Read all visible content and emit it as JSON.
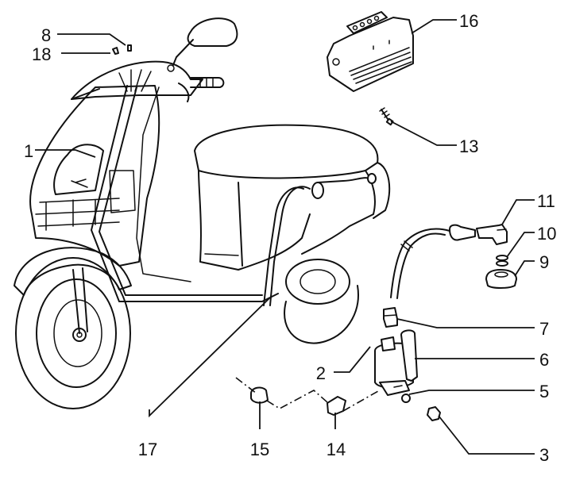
{
  "diagram": {
    "title": "",
    "subject": "Scooter electrical system exploded view",
    "callouts": [
      {
        "id": "callout-1",
        "label": "1"
      },
      {
        "id": "callout-2",
        "label": "2"
      },
      {
        "id": "callout-3",
        "label": "3"
      },
      {
        "id": "callout-5",
        "label": "5"
      },
      {
        "id": "callout-6",
        "label": "6"
      },
      {
        "id": "callout-7",
        "label": "7"
      },
      {
        "id": "callout-8",
        "label": "8"
      },
      {
        "id": "callout-9",
        "label": "9"
      },
      {
        "id": "callout-10",
        "label": "10"
      },
      {
        "id": "callout-11",
        "label": "11"
      },
      {
        "id": "callout-13",
        "label": "13"
      },
      {
        "id": "callout-14",
        "label": "14"
      },
      {
        "id": "callout-15",
        "label": "15"
      },
      {
        "id": "callout-16",
        "label": "16"
      },
      {
        "id": "callout-17",
        "label": "17"
      },
      {
        "id": "callout-18",
        "label": "18"
      }
    ],
    "parts": [
      {
        "name": "wiring-harness",
        "callout": "1"
      },
      {
        "name": "hv-cable",
        "callout": "2"
      },
      {
        "name": "nut",
        "callout": "3"
      },
      {
        "name": "washer",
        "callout": "5"
      },
      {
        "name": "ignition-coil",
        "callout": "6"
      },
      {
        "name": "coil-boot",
        "callout": "7"
      },
      {
        "name": "terminal-8",
        "callout": "8"
      },
      {
        "name": "cap-seal",
        "callout": "9"
      },
      {
        "name": "spring",
        "callout": "10"
      },
      {
        "name": "spark-plug-cap",
        "callout": "11"
      },
      {
        "name": "screw",
        "callout": "13"
      },
      {
        "name": "clip",
        "callout": "14"
      },
      {
        "name": "nut-15",
        "callout": "15"
      },
      {
        "name": "voltage-regulator",
        "callout": "16"
      },
      {
        "name": "cable-17",
        "callout": "17"
      },
      {
        "name": "terminal-18",
        "callout": "18"
      }
    ]
  }
}
